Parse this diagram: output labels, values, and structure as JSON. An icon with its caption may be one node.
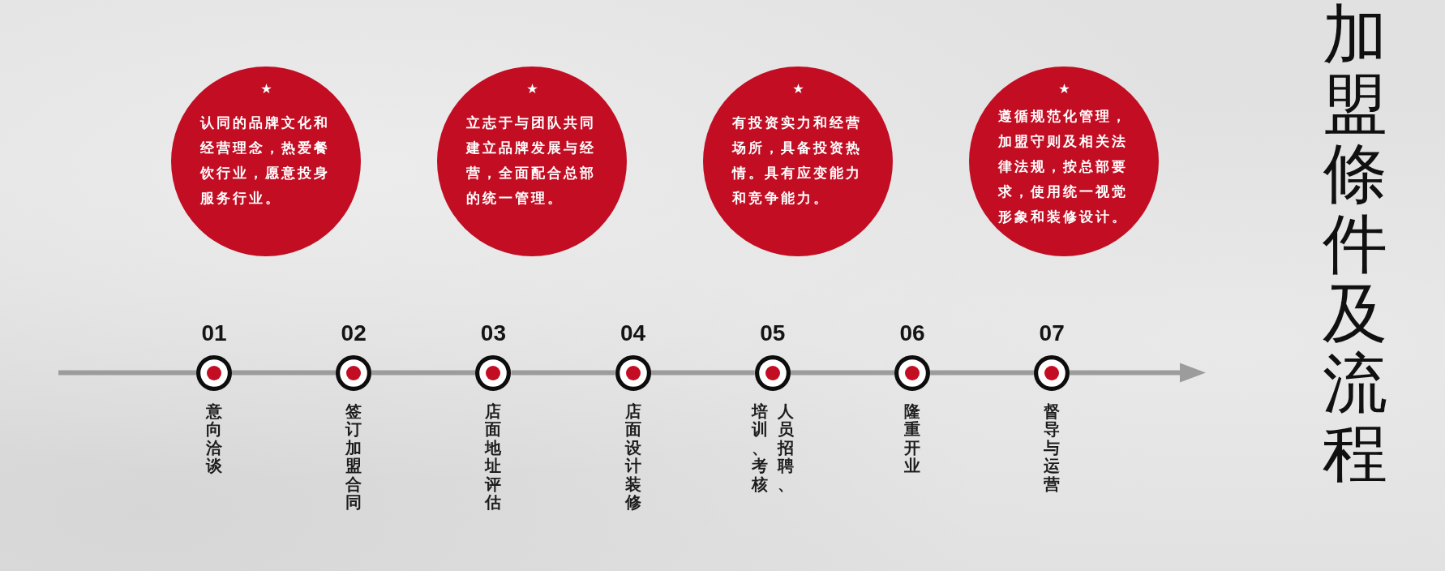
{
  "diagram": {
    "title": "加盟條件及流程",
    "nodes": [
      {
        "text": [
          "认同的品牌文化和经营理念，热爱餐饮行业，愿意投身服务行业。"
        ]
      },
      {
        "text": [
          "立志于与团队共同建立品牌发展与经营，全面配合总部的统一管理。"
        ]
      },
      {
        "text": [
          "有投资实力和经营场所，具备投资热情。具有应变能力和竞争能力。"
        ]
      },
      {
        "text": [
          "遵循规范化管理，加盟守则及相关法律法规，按总部要求，使用统一视觉形象和装修设计。"
        ]
      },
      {
        "text": [],
        "shape": "circle",
        "beside": [
          "01",
          "意向洽谈"
        ]
      },
      {
        "text": [],
        "shape": "circle",
        "beside": [
          "02",
          "签订加盟合同"
        ]
      },
      {
        "text": [],
        "shape": "circle",
        "beside": [
          "03",
          "店面地址评估"
        ]
      },
      {
        "text": [],
        "shape": "circle",
        "beside": [
          "04",
          "店面设计装修"
        ]
      },
      {
        "text": [],
        "shape": "circle",
        "beside": [
          "05",
          "人员招聘、培训、考核"
        ]
      },
      {
        "text": [],
        "shape": "circle",
        "beside": [
          "06",
          "隆重开业"
        ]
      },
      {
        "text": [],
        "shape": "circle",
        "beside": [
          "07",
          "督导与运营"
        ]
      }
    ],
    "edges": [
      {
        "from": null,
        "to": 4,
        "arrow": "none"
      },
      {
        "from": 4,
        "to": 5,
        "arrow": "none"
      },
      {
        "from": 5,
        "to": 6,
        "arrow": "none"
      },
      {
        "from": 6,
        "to": 7,
        "arrow": "none"
      },
      {
        "from": 7,
        "to": 8,
        "arrow": "none"
      },
      {
        "from": 8,
        "to": 9,
        "arrow": "none"
      },
      {
        "from": 9,
        "to": 10,
        "arrow": "none"
      },
      {
        "from": 10,
        "to": null,
        "arrow": "to"
      }
    ]
  }
}
